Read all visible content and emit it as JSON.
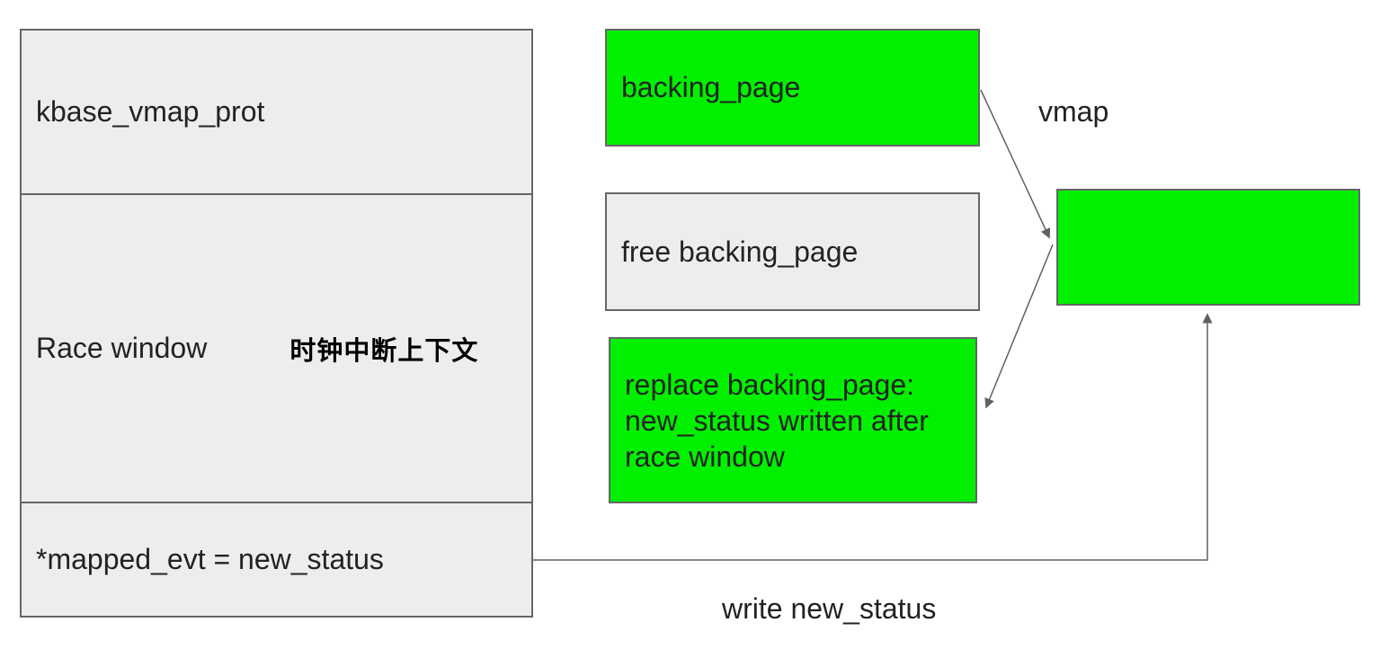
{
  "colors": {
    "node_green": "#00f000",
    "panel_gray": "#ededed",
    "border_gray": "#666666",
    "edge_line": "#616161",
    "text": "#222222"
  },
  "stack": {
    "sections": [
      {
        "label": "kbase_vmap_prot"
      },
      {
        "label": "Race window",
        "annotation": "时钟中断上下文"
      },
      {
        "label": "*mapped_evt = new_status"
      }
    ]
  },
  "nodes": {
    "backing_page": {
      "label": "backing_page",
      "color": "green"
    },
    "free_backing_page": {
      "label": "free backing_page",
      "color": "gray"
    },
    "replace_backing_page": {
      "label": "replace backing_page:\nnew_status written after\nrace window",
      "color": "green"
    },
    "vmap_target": {
      "label": "",
      "color": "green"
    }
  },
  "labels": {
    "vmap": "vmap",
    "write_new_status": "write new_status"
  },
  "edges": [
    {
      "from": "backing_page",
      "to": "vmap_target",
      "label": "vmap"
    },
    {
      "from": "vmap_target",
      "to": "replace_backing_page",
      "label": ""
    },
    {
      "from": "mapped_evt_section",
      "to": "vmap_target",
      "label": "write new_status"
    }
  ]
}
